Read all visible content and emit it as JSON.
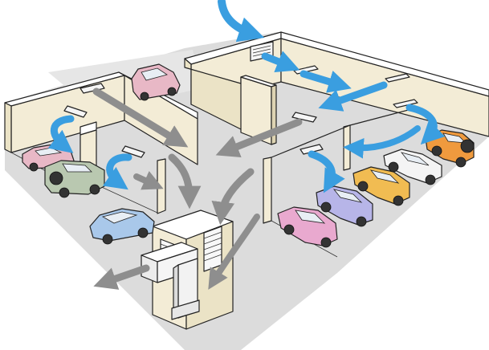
{
  "diagram": {
    "colors": {
      "floor": "#d9d9d9",
      "wall_inner": "#f3ecd6",
      "wall_face": "#ebe3c6",
      "wall_top": "#ffffff",
      "air_fresh": "#3a9ee0",
      "air_exhaust": "#8e8e8e",
      "vent": "#f5f5f5",
      "duct": "#f0f0f0"
    },
    "cars": [
      {
        "name": "car-pink-upper",
        "color": "#e8b8c6"
      },
      {
        "name": "car-pink-left",
        "color": "#e8b8c6"
      },
      {
        "name": "car-green-suv",
        "color": "#b9c8b0"
      },
      {
        "name": "car-blue-sedan",
        "color": "#a9c8ea"
      },
      {
        "name": "car-pink-front",
        "color": "#e9a9cf"
      },
      {
        "name": "car-lavender",
        "color": "#b7b5e8"
      },
      {
        "name": "car-yellow",
        "color": "#f1bc52"
      },
      {
        "name": "car-white",
        "color": "#f4f4f4"
      },
      {
        "name": "car-orange-suv",
        "color": "#ef9a3e"
      }
    ]
  }
}
